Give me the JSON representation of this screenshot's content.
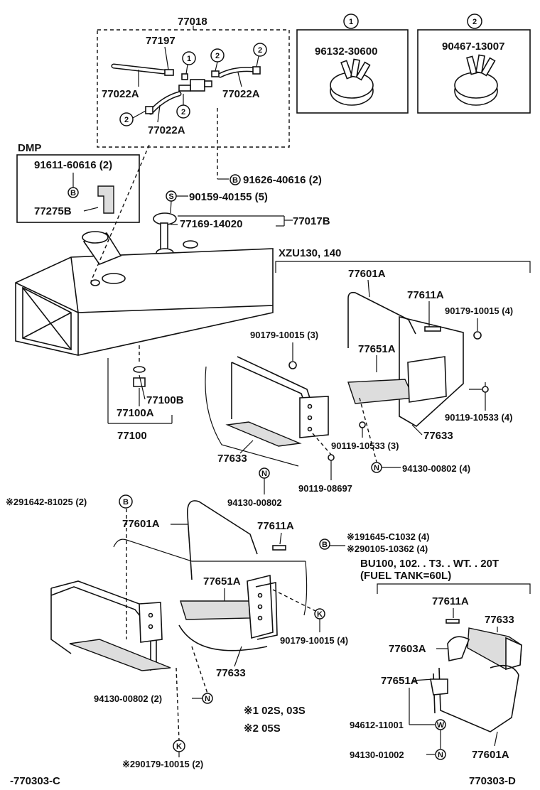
{
  "labels": {
    "top_group": "77018",
    "p77197": "77197",
    "p77022a_left": "77022A",
    "p77022a_right": "77022A",
    "p77022a_bottom": "77022A",
    "clamp1_part": "96132-30600",
    "clamp2_part": "90467-13007",
    "dmp": "DMP",
    "dmp_bolt": "91611-60616 (2)",
    "dmp_bracket": "77275B",
    "b_bolt": "91626-40616 (2)",
    "s_screw": "90159-40155 (5)",
    "gauge_sender": "77169-14020",
    "gauge_assy": "77017B",
    "xzu": "XZU130, 140",
    "tank_drain_b": "77100B",
    "tank_drain_a": "77100A",
    "tank_assy": "77100",
    "r_band": "77601A",
    "r_pin": "77611A",
    "r_nut_4": "90179-10015 (4)",
    "r_nut_3": "90179-10015 (3)",
    "r_bracket": "77651A",
    "r_bolt_4": "90119-10533 (4)",
    "r_bolt_3": "90119-10533 (3)",
    "r_protector_a": "77633",
    "r_protector_b": "77633",
    "r_nut_n4": "94130-00802 (4)",
    "r_bolt_08697": "90119-08697",
    "r_nut_00802": "94130-00802",
    "m_bolt_b": "※291642-81025 (2)",
    "m_band": "77601A",
    "m_pin": "77611A",
    "m_bolt_191645": "※191645-C1032 (4)",
    "m_bolt_290105": "※290105-10362 (4)",
    "m_bracket": "77651A",
    "m_nut_4": "90179-10015 (4)",
    "m_protector": "77633",
    "m_nut_2": "94130-00802 (2)",
    "note1": "※1 02S, 03S",
    "note2": "※2 05S",
    "m_nut_k": "※290179-10015 (2)",
    "bu_title": "BU100, 102. . T3. . WT. . 20T",
    "bu_sub": "(FUEL  TANK=60L)",
    "bu_pin": "77611A",
    "bu_protector": "77633",
    "bu_bracket_603": "77603A",
    "bu_bracket_651": "77651A",
    "bu_nut_w": "94612-11001",
    "bu_nut_n": "94130-01002",
    "bu_band": "77601A",
    "code_left": "-770303-C",
    "code_right": "770303-D"
  },
  "badges": {
    "one": "1",
    "two": "2",
    "B": "B",
    "S": "S",
    "N": "N",
    "K": "K",
    "W": "W"
  },
  "icons": [
    "fuel-tank-icon",
    "hose-clamp-icon",
    "tank-band-icon",
    "bracket-icon",
    "bolt-icon",
    "nut-icon"
  ]
}
